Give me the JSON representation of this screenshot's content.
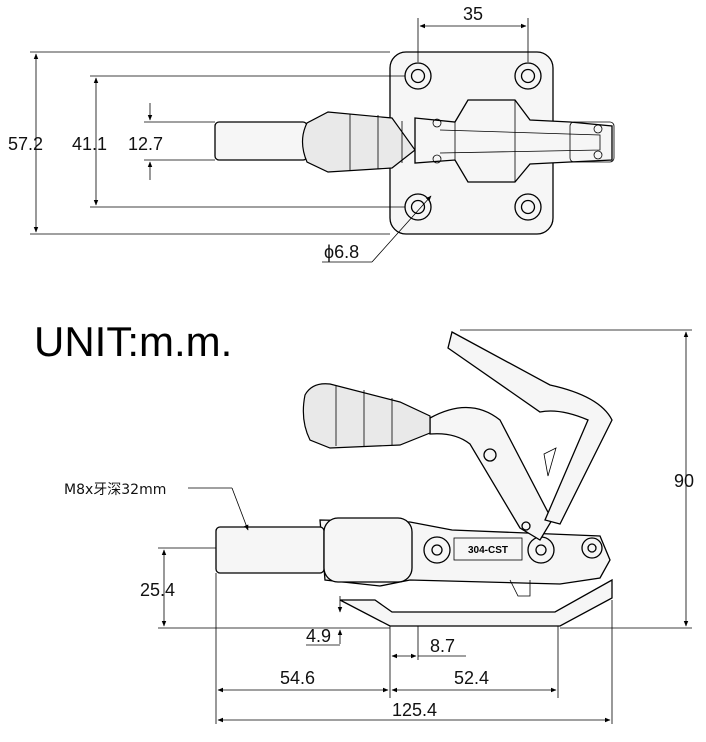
{
  "unit_label": "UNIT:m.m.",
  "model_marking": "304-CST",
  "thread_note": "M8x牙深32mm",
  "hole_diameter": "ϕ6.8",
  "top_view": {
    "dim_width_35": "35",
    "dim_height_57": "57.2",
    "dim_height_41": "41.1",
    "dim_height_12": "12.7"
  },
  "side_view": {
    "dim_height_90": "90",
    "dim_height_25": "25.4",
    "dim_4_9": "4.9",
    "dim_8_7": "8.7",
    "dim_54_6": "54.6",
    "dim_52_4": "52.4",
    "dim_125_4": "125.4"
  }
}
